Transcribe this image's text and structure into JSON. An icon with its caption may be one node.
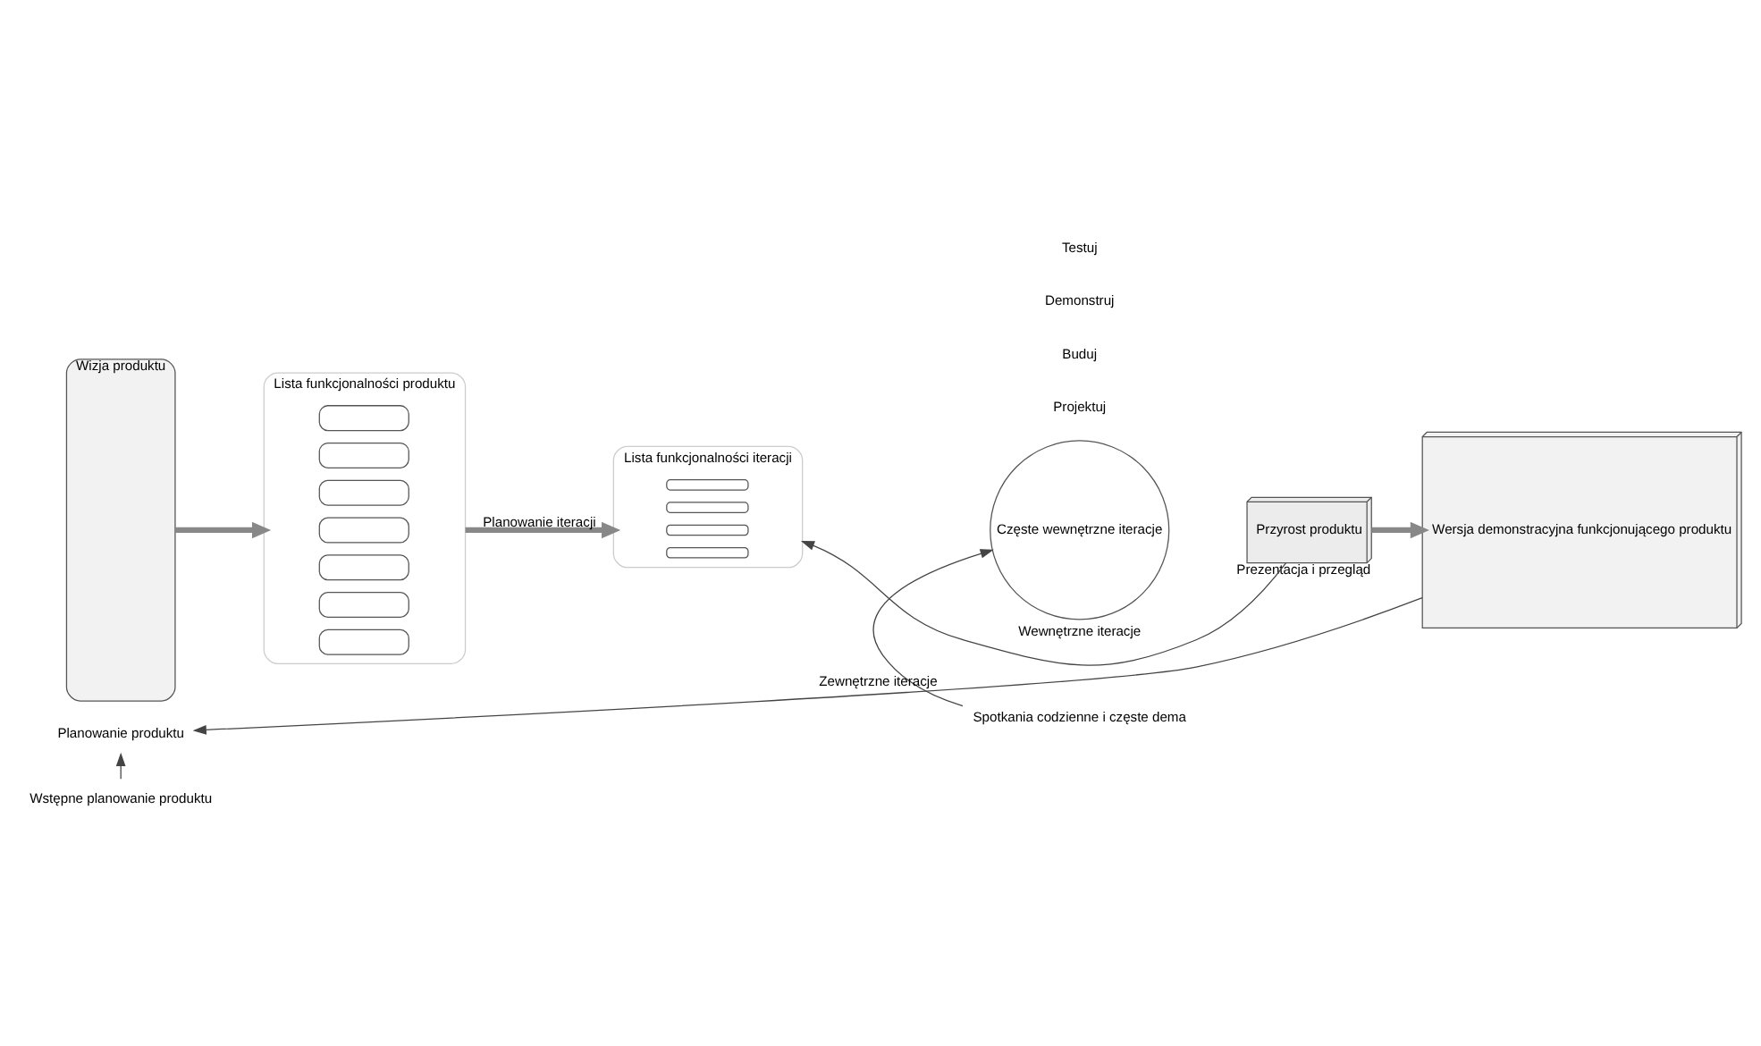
{
  "diagram": {
    "nodes": [
      {
        "text": [
          "Wizja produktu"
        ]
      },
      {
        "text": [
          "Lista funkcjonalności produktu"
        ]
      },
      {
        "text": [],
        "shape": "box",
        "in": 1
      },
      {
        "text": [],
        "shape": "box",
        "in": 1
      },
      {
        "text": [],
        "shape": "box",
        "in": 1
      },
      {
        "text": [],
        "shape": "box",
        "in": 1
      },
      {
        "text": [],
        "shape": "box",
        "in": 1
      },
      {
        "text": [],
        "shape": "box",
        "in": 1
      },
      {
        "text": [],
        "shape": "box",
        "in": 1
      },
      {
        "text": [
          "Lista funkcjonalności iteracji"
        ]
      },
      {
        "text": [],
        "shape": "bar",
        "in": 9
      },
      {
        "text": [],
        "shape": "bar",
        "in": 9
      },
      {
        "text": [],
        "shape": "bar",
        "in": 9
      },
      {
        "text": [],
        "shape": "bar",
        "in": 9
      },
      {
        "text": [
          "Częste wewnętrzne iteracje"
        ]
      },
      {
        "text": [
          "Spotkania codzienne i częste dema"
        ]
      },
      {
        "text": [
          "Przyrost produktu"
        ],
        "beside": [
          "Prezentacja i przegląd"
        ]
      },
      {
        "text": [
          "Wersja demonstracyjna funkcjonującego produktu"
        ]
      },
      {
        "text": [
          "Planowanie produktu"
        ]
      },
      {
        "text": [
          "Wstępne planowanie produktu"
        ]
      }
    ],
    "edges": [
      {
        "from": 0,
        "to": 1,
        "arrow": "to",
        "style": "thick"
      },
      {
        "from": 1,
        "to": 9,
        "arrow": "to",
        "style": "thick",
        "label": "Planowanie iteracji"
      },
      {
        "from": 15,
        "to": 14,
        "arrow": "to"
      },
      {
        "from": 16,
        "to": 17,
        "arrow": "to",
        "style": "thick"
      },
      {
        "from": 16,
        "to": 9,
        "arrow": "to",
        "label": "Wewnętrzne iteracje"
      },
      {
        "from": 17,
        "to": 18,
        "arrow": "to",
        "label": "Zewnętrzne iteracje"
      },
      {
        "from": 19,
        "to": 18,
        "arrow": "to"
      }
    ],
    "labels": [
      "Projektuj",
      "Buduj",
      "Demonstruj",
      "Testuj"
    ]
  }
}
